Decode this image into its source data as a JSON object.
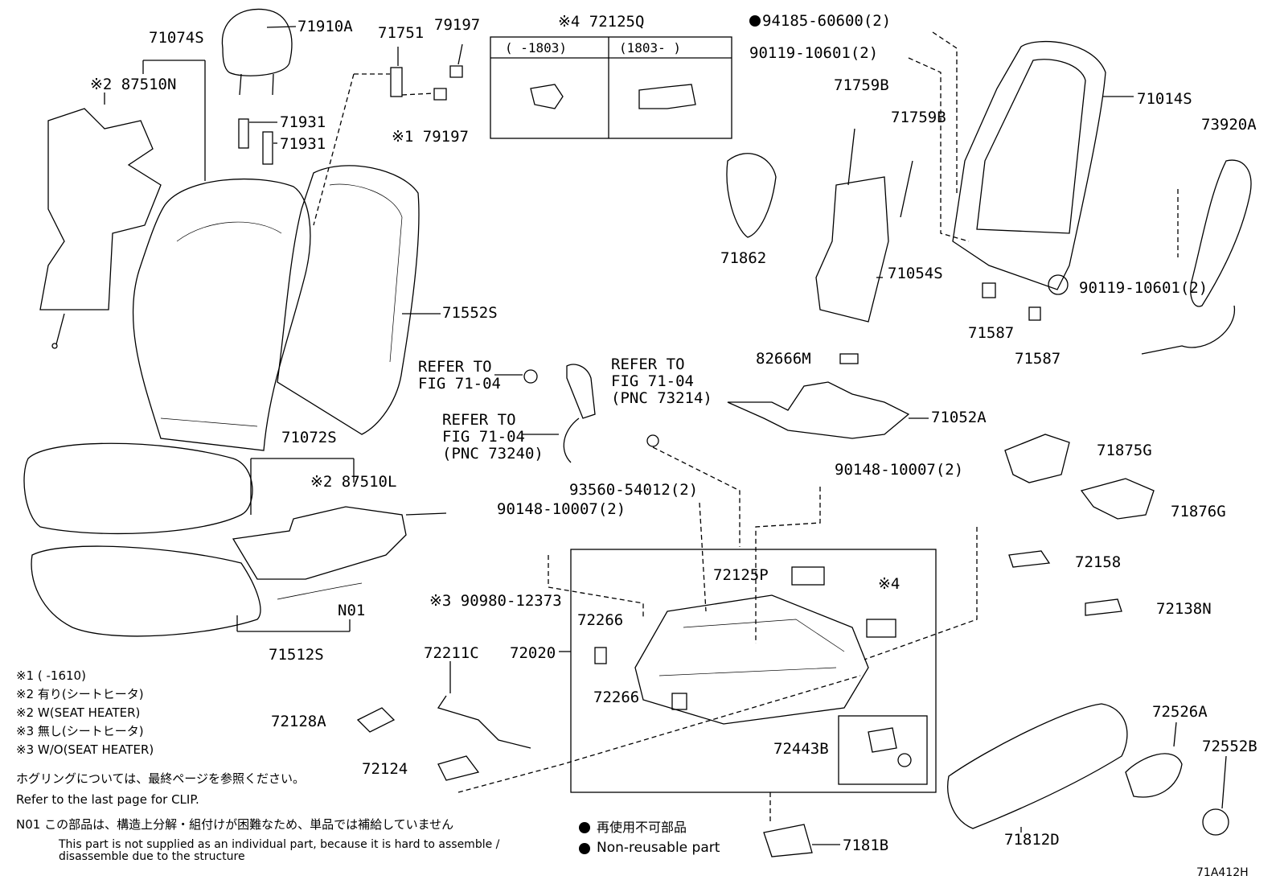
{
  "diagram": {
    "code": "71A412H",
    "part_labels": {
      "71074S": "71074S",
      "71910A": "71910A",
      "71751": "71751",
      "79197a": "79197",
      "79197b": "※1 79197",
      "72125Q": "※4 72125Q",
      "87510N": "※2 87510N",
      "71931a": "71931",
      "71931b": "71931",
      "71552S": "71552S",
      "94185": "94185-60600(2)",
      "90119a": "90119-10601(2)",
      "71759Ba": "71759B",
      "71759Bb": "71759B",
      "71014S": "71014S",
      "73920A": "73920A",
      "71862": "71862",
      "71054S": "71054S",
      "71587a": "71587",
      "71587b": "71587",
      "90119b": "90119-10601(2)",
      "82666M": "82666M",
      "71052A": "71052A",
      "71875G": "71875G",
      "71876G": "71876G",
      "72158": "72158",
      "72138N": "72138N",
      "90148a": "90148-10007(2)",
      "93560": "93560-54012(2)",
      "90148b": "90148-10007(2)",
      "71072S": "71072S",
      "87510L": "※2 87510L",
      "N01": "N01",
      "71512S": "71512S",
      "90980": "※3 90980-12373",
      "72125P": "72125P",
      "ast4": "※4",
      "72266a": "72266",
      "72266b": "72266",
      "72211C": "72211C",
      "72020": "72020",
      "72443B": "72443B",
      "72128A": "72128A",
      "72124": "72124",
      "7181B": "7181B",
      "71812D": "71812D",
      "72526A": "72526A",
      "72552B": "72552B"
    },
    "refer": [
      {
        "line1": "REFER TO",
        "line2": "FIG 71-04",
        "line3": ""
      },
      {
        "line1": "REFER TO",
        "line2": "FIG 71-04",
        "line3": "(PNC 73214)"
      },
      {
        "line1": "REFER TO",
        "line2": "FIG 71-04",
        "line3": "(PNC 73240)"
      }
    ],
    "box_72125Q": {
      "col1": "(      -1803)",
      "col2": "(1803-      )"
    },
    "notes": [
      "※1 (       -1610)",
      "※2 有り(シートヒータ)",
      "※2 W(SEAT HEATER)",
      "※3 無し(シートヒータ)",
      "※3 W/O(SEAT HEATER)",
      "ホグリングについては、最終ページを参照ください。",
      "Refer to the last page for CLIP.",
      "N01 この部品は、構造上分解・組付けが困難なため、単品では補給していません",
      "This part is not supplied as an individual part, because it is hard to assemble /",
      "disassemble due to the structure"
    ],
    "legend": {
      "jp": "再使用不可部品",
      "en": "Non-reusable part"
    }
  }
}
